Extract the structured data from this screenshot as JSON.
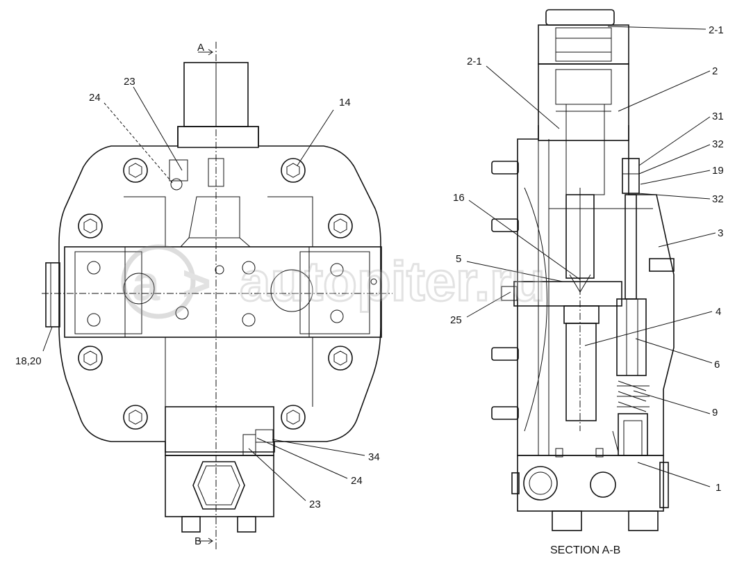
{
  "section_title": "SECTION A-B",
  "section_markers": {
    "top": "A",
    "bottom": "B"
  },
  "watermark": "autopiter.ru",
  "labels_left": {
    "l24a": "24",
    "l23a": "23",
    "l14": "14",
    "l18_20": "18,20",
    "l34": "34",
    "l24b": "24",
    "l23b": "23"
  },
  "labels_right": {
    "r2_1a": "2-1",
    "r2_1b": "2-1",
    "r2": "2",
    "r31": "31",
    "r32a": "32",
    "r19": "19",
    "r32b": "32",
    "r16": "16",
    "r3": "3",
    "r5": "5",
    "r25": "25",
    "r4": "4",
    "r6": "6",
    "r9": "9",
    "r1": "1"
  }
}
